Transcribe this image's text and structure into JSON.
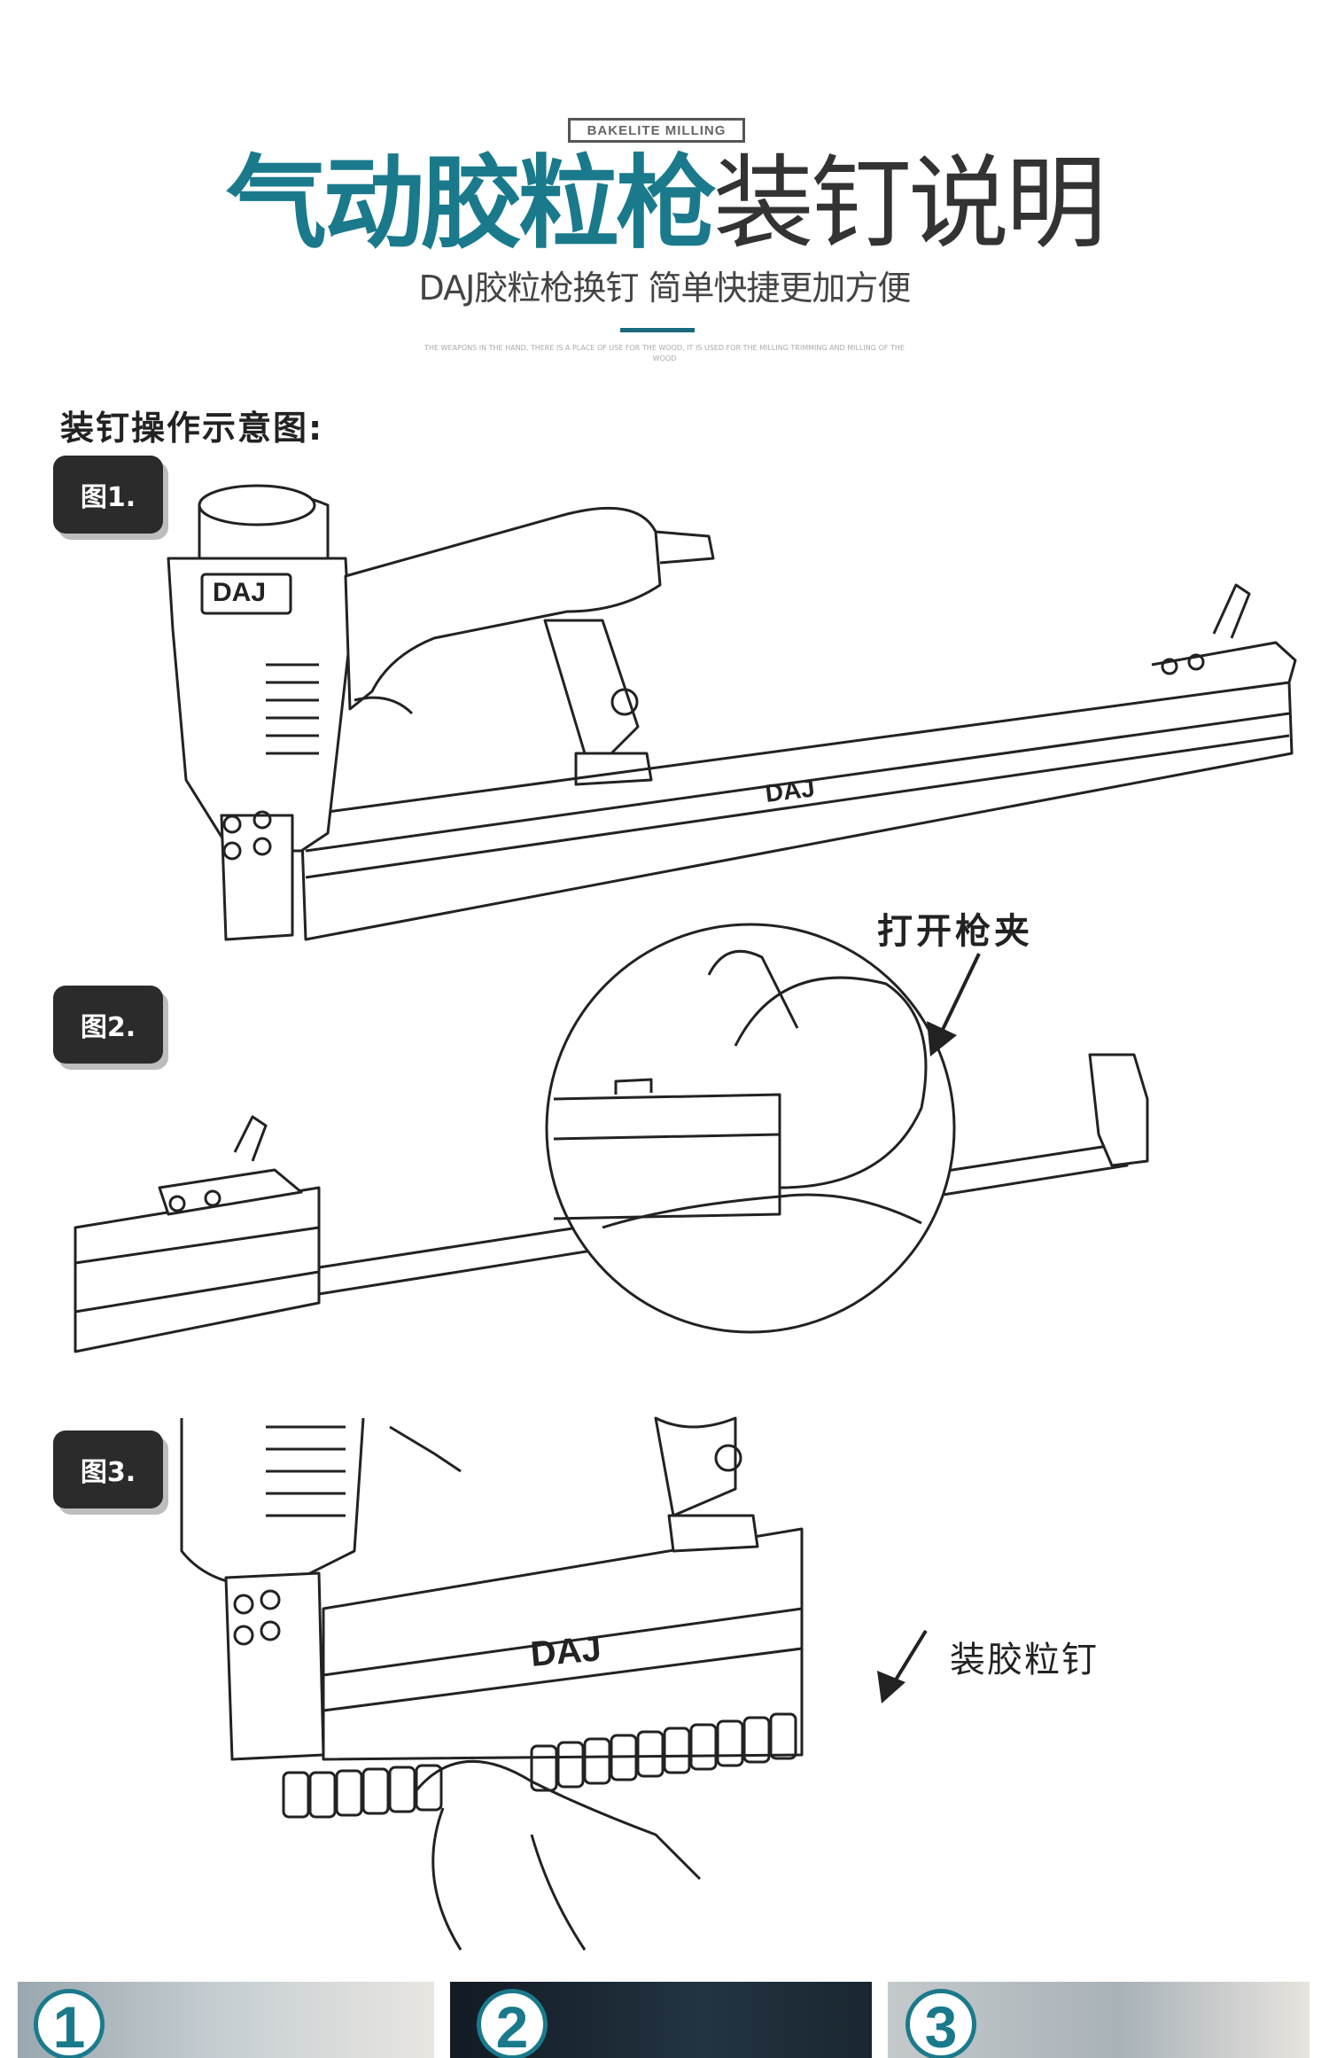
{
  "header": {
    "tag": "BAKELITE MILLING",
    "title_highlight": "气动胶粒枪",
    "title_rest": "装钉说明",
    "subtitle": "DAJ胶粒枪换钉 简单快捷更加方便",
    "fine_print": "THE WEAPONS IN THE HAND, THERE IS A PLACE OF USE FOR THE WOOD, IT IS USED FOR THE MILLING TRIMMING AND MILLING OF THE WOOD"
  },
  "section": {
    "heading": "装钉操作示意图:"
  },
  "figures": [
    {
      "label": "图1.",
      "brand": "DAJ"
    },
    {
      "label": "图2.",
      "callout": "打开枪夹"
    },
    {
      "label": "图3.",
      "brand": "DAJ",
      "callout": "装胶粒钉"
    }
  ],
  "steps": [
    "1",
    "2",
    "3"
  ],
  "colors": {
    "accent": "#1a7a8c",
    "badge": "#2b2b2b",
    "text": "#333333"
  }
}
